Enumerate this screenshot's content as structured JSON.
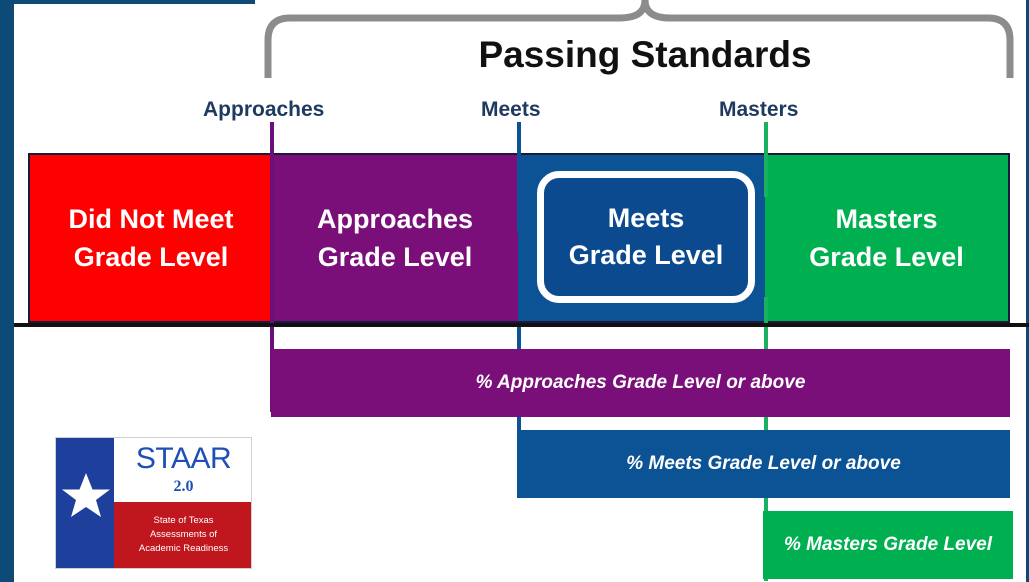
{
  "title": "Passing Standards",
  "markers": [
    {
      "label": "Approaches",
      "color": "#6b0f7a"
    },
    {
      "label": "Meets",
      "color": "#0b5394"
    },
    {
      "label": "Masters",
      "color": "#19b060"
    }
  ],
  "bands": [
    {
      "label": "Did Not Meet\nGrade Level",
      "color": "#ff0000"
    },
    {
      "label": "Approaches\nGrade Level",
      "color": "#7a0f7a"
    },
    {
      "label": "Meets\nGrade Level",
      "color": "#0b5394"
    },
    {
      "label": "Masters\nGrade Level",
      "color": "#00b050"
    }
  ],
  "percent_bars": [
    {
      "label": "% Approaches Grade Level or above",
      "color": "#7a0f7a"
    },
    {
      "label": "% Meets Grade Level or above",
      "color": "#0b5394"
    },
    {
      "label": "% Masters Grade Level",
      "color": "#00b050"
    }
  ],
  "logo": {
    "wordmark": "STAAR",
    "version": "2.0",
    "tagline": "State of Texas\nAssessments of\nAcademic Readiness",
    "colors": {
      "blue": "#1f3f9c",
      "red": "#c0161d",
      "text": "#1f4fb5"
    }
  },
  "frame_color": "#0d4a78"
}
